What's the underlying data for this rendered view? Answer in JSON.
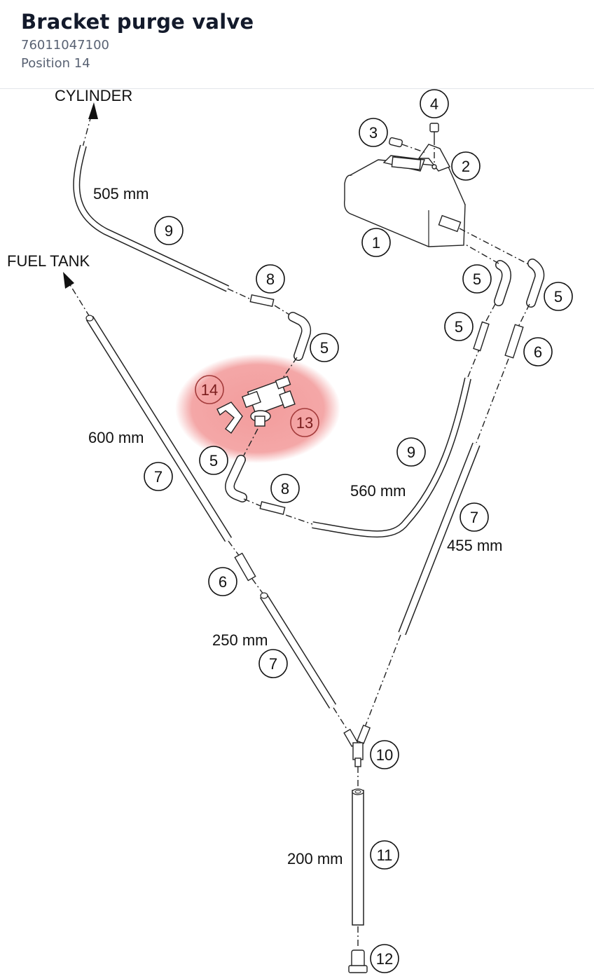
{
  "header": {
    "title": "Bracket purge valve",
    "part_number": "76011047100",
    "position": "Position 14"
  },
  "diagram": {
    "destinations": {
      "cylinder": "CYLINDER",
      "fuel_tank": "FUEL TANK"
    },
    "lengths": {
      "hose_9_upper": "505 mm",
      "hose_7_left": "600 mm",
      "hose_9_lower": "560 mm",
      "hose_7_right": "455 mm",
      "hose_7_short": "250 mm",
      "hose_11": "200 mm"
    },
    "callouts": {
      "c1": "1",
      "c2": "2",
      "c3": "3",
      "c4": "4",
      "c5a": "5",
      "c5b": "5",
      "c5c": "5",
      "c5d": "5",
      "c5e": "5",
      "c6a": "6",
      "c6b": "6",
      "c7a": "7",
      "c7b": "7",
      "c7c": "7",
      "c8a": "8",
      "c8b": "8",
      "c9a": "9",
      "c9b": "9",
      "c10": "10",
      "c11": "11",
      "c12": "12",
      "c13": "13",
      "c14": "14"
    },
    "highlight_color": "#f08a8a"
  }
}
